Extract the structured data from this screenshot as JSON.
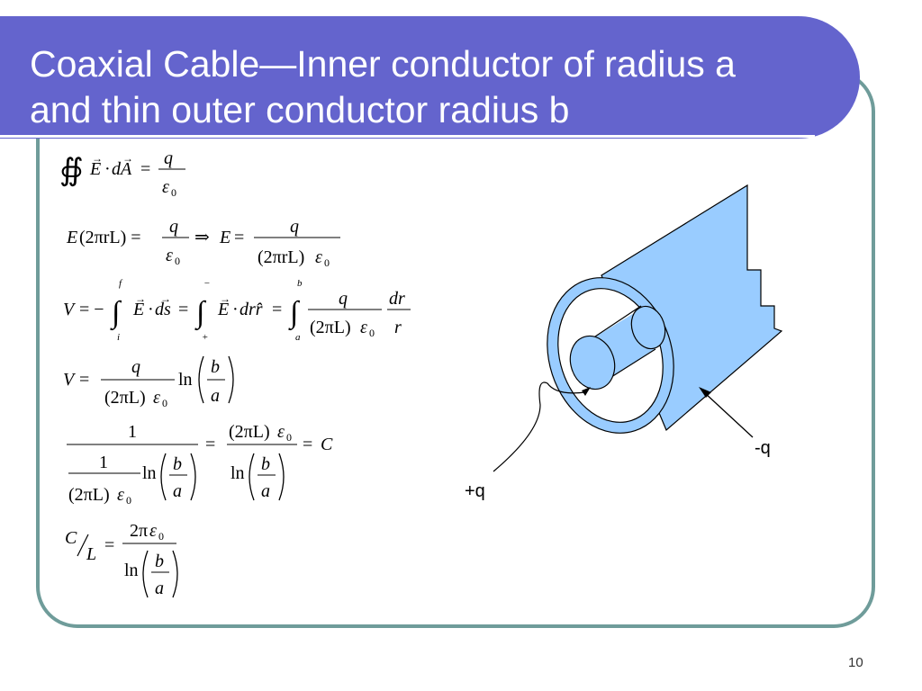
{
  "slide": {
    "title_line1": "Coaxial Cable—Inner conductor of radius a",
    "title_line2": "and thin outer conductor radius b",
    "page_number": "10"
  },
  "diagram": {
    "inner_label": "+q",
    "outer_label": "-q",
    "fill_color": "#99ccff",
    "stroke_color": "#000000"
  },
  "colors": {
    "title_bar": "#6464cd",
    "frame_border": "#6f9c9a",
    "title_text": "#ffffff"
  }
}
